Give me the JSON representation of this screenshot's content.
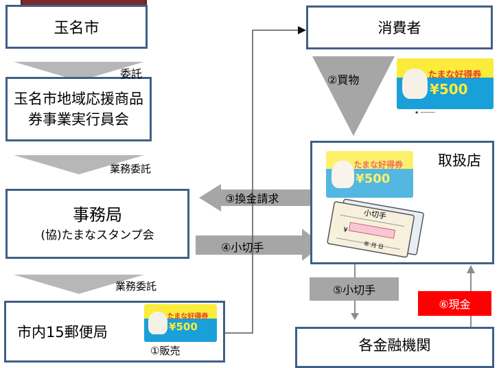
{
  "boxes": {
    "tamana": "玉名市",
    "committee_line1": "玉名市地域応援商品",
    "committee_line2": "券事業実行員会",
    "secretariat_line1": "事務局",
    "secretariat_line2": "(協)たまなスタンプ会",
    "postoffice": "市内15郵便局",
    "consumer": "消費者",
    "store": "取扱店",
    "bank": "各金融機関"
  },
  "labels": {
    "itaku": "委託",
    "gyomu_itaku_1": "業務委託",
    "gyomu_itaku_2": "業務委託",
    "kaimono": "②買物",
    "kankin": "③換金請求",
    "kogitte_4": "④小切手",
    "kogitte_5": "⑤小切手",
    "genkin": "⑥現金",
    "hanbai": "①販売"
  },
  "ticket": {
    "title": "たまな好得券",
    "price": "¥500"
  },
  "check": {
    "title": "小切手",
    "yen": "¥",
    "date": "年 月 日"
  },
  "colors": {
    "border": "#3f5f86",
    "gray_arrow": "#a6a6a6",
    "red": "#ff0000"
  }
}
